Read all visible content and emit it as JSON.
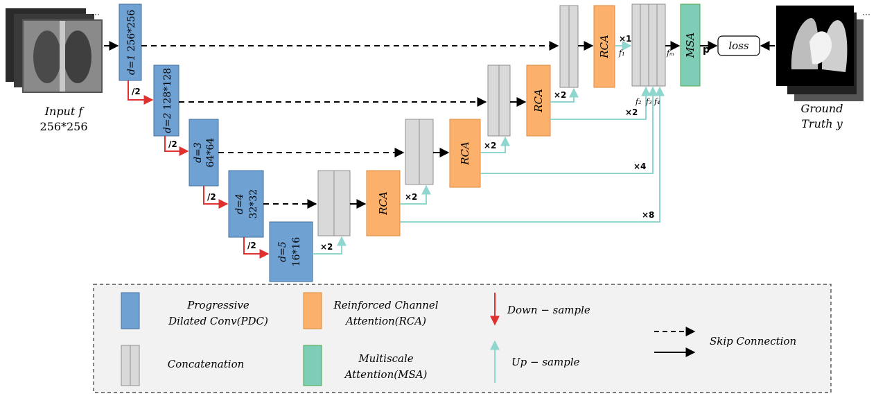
{
  "colors": {
    "pdc": "#6fa1d3",
    "pdc_stroke": "#41719c",
    "rca": "#fbb06c",
    "rca_stroke": "#e08a3c",
    "msa": "#7ecdb7",
    "msa_stroke": "#4ea84e",
    "concat": "#d9d9d9",
    "concat_stroke": "#8f8f8f",
    "down_arrow": "#e03030",
    "up_arrow": "#8fd6cf",
    "skip": "#000000"
  },
  "input": {
    "line1": "Input f",
    "line2": "256*256"
  },
  "ground_truth": {
    "line1": "Ground",
    "line2": "Truth y"
  },
  "pdc_blocks": [
    {
      "d": "d=1",
      "size": "256*256"
    },
    {
      "d": "d=2",
      "size": "128*128"
    },
    {
      "d": "d=3",
      "size": "64*64"
    },
    {
      "d": "d=4",
      "size": "32*32"
    },
    {
      "d": "d=5",
      "size": "16*16"
    }
  ],
  "down_labels": [
    "/2",
    "/2",
    "/2",
    "/2"
  ],
  "rca_label": "RCA",
  "msa_label": "MSA",
  "loss_label": "loss",
  "p_label": "p",
  "up_labels": {
    "x2": "×2",
    "x1": "×1",
    "x4": "×4",
    "x8": "×8"
  },
  "feature_labels": {
    "f1": "f₁",
    "f2": "f₂",
    "f3": "f₃",
    "f4": "f₄",
    "fm": "fₘ"
  },
  "legend": {
    "pdc_line1": "Progressive",
    "pdc_line2": "Dilated Conv(PDC)",
    "rca_line1": "Reinforced Channel",
    "rca_line2": "Attention(RCA)",
    "down": "Down − sample",
    "skip": "Skip Connection",
    "concat": "Concatenation",
    "msa_line1": "Multiscale",
    "msa_line2": "Attention(MSA)",
    "up": "Up − sample"
  }
}
